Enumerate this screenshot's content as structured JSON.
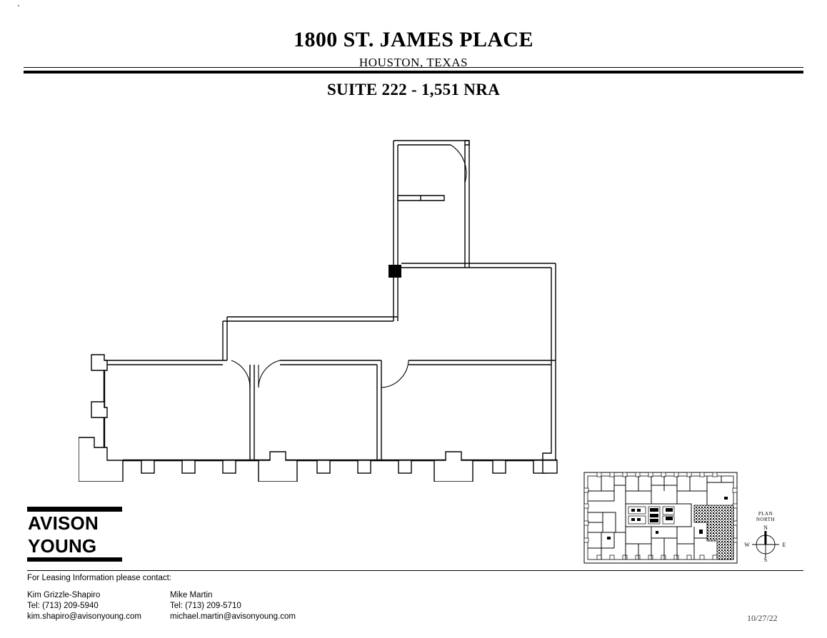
{
  "header": {
    "building_name": "1800 ST. JAMES PLACE",
    "city_state": "HOUSTON, TEXAS",
    "suite_line": "SUITE 222 - 1,551 NRA"
  },
  "floor_plan": {
    "name": "suite-222-floor-plan",
    "description": "Architectural floor plan of Suite 222 showing perimeter walls, interior partitions, door swings, structural column and window mullions."
  },
  "key_plan": {
    "name": "building-key-plan",
    "description": "Small key plan of the full building floor with the subject suite indicated by stipple hatching."
  },
  "compass": {
    "title_line_1": "PLAN",
    "title_line_2": "NORTH",
    "north": "N",
    "south": "S",
    "east": "E",
    "west": "W"
  },
  "logo": {
    "line_1": "AVISON",
    "line_2": "YOUNG"
  },
  "footer": {
    "heading": "For Leasing Information please contact:",
    "contacts": [
      {
        "name": "Kim Grizzle-Shapiro",
        "phone": "Tel: (713) 209-5940",
        "email": "kim.shapiro@avisonyoung.com"
      },
      {
        "name": "Mike Martin",
        "phone": "Tel: (713) 209-5710",
        "email": "michael.martin@avisonyoung.com"
      }
    ]
  },
  "date_stamp": "10/27/22",
  "colors": {
    "ink": "#000000",
    "paper": "#ffffff",
    "date_gray": "#3a3a3a"
  }
}
